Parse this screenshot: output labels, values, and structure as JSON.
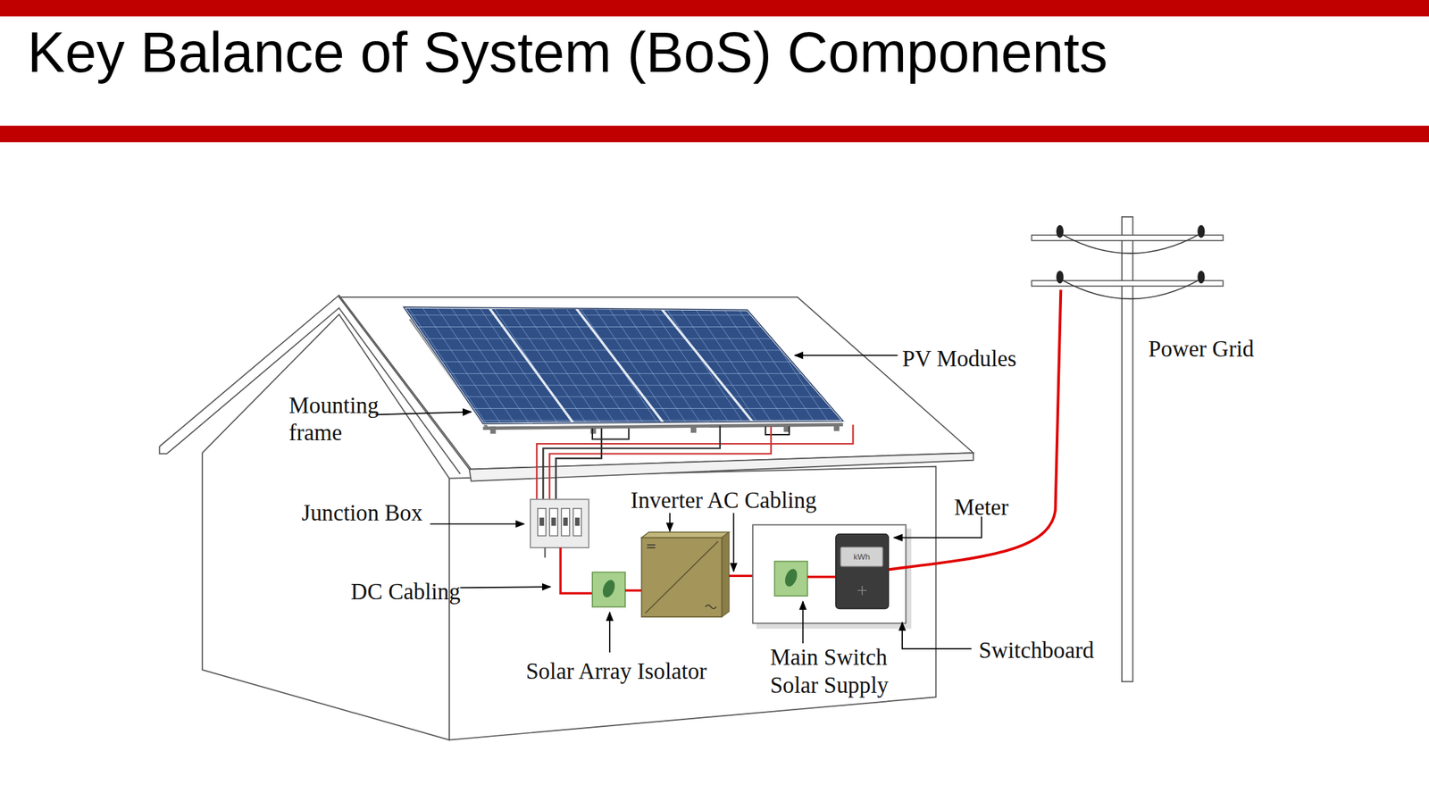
{
  "diagram": {
    "title": "Key Balance of System (BoS) Components",
    "nodes": [
      {
        "text": [
          "kWh"
        ]
      }
    ],
    "labels": [
      "PV Modules",
      "Power Grid",
      "Mounting frame",
      "Junction Box",
      "Inverter AC Cabling",
      "Meter",
      "DC Cabling",
      "Solar Array Isolator",
      "Main Switch Solar Supply",
      "Switchboard"
    ]
  }
}
